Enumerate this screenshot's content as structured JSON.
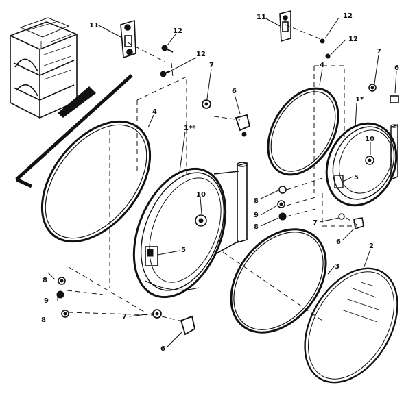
{
  "diagram": {
    "callouts": {
      "c11a": "11",
      "c12a": "12",
      "c12b": "12",
      "c11b": "11",
      "c12c": "12",
      "c12d": "12",
      "c7a": "7",
      "c6a": "6",
      "c7b": "7",
      "c6b": "6",
      "c4a": "4",
      "c4b": "4",
      "c1ss": "1**",
      "c1s": "1*",
      "c10a": "10",
      "c10b": "10",
      "c5a": "5",
      "c5b": "5",
      "c8a": "8",
      "c9a": "9",
      "c8b": "8",
      "c8c": "8",
      "c9b": "9",
      "c8d": "8",
      "c7c": "7",
      "c6c": "6",
      "c7d": "7",
      "c6d": "6",
      "c3": "3",
      "c2": "2"
    }
  }
}
